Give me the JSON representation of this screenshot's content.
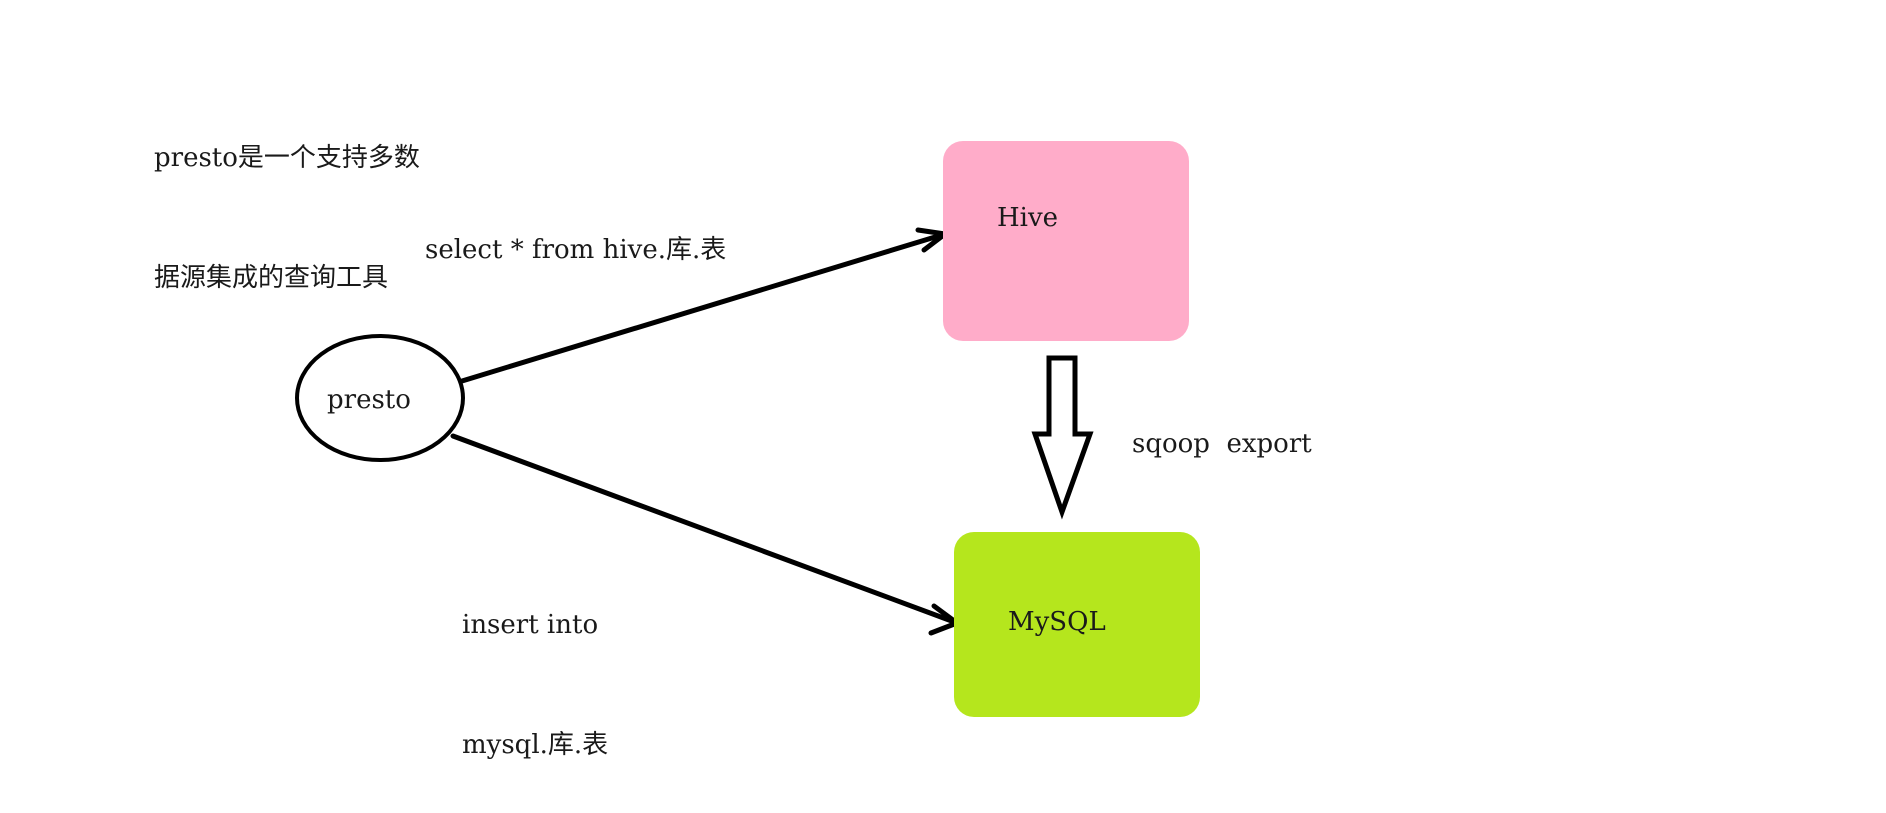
{
  "caption": {
    "line1": "presto是一个支持多数",
    "line2": "据源集成的查询工具"
  },
  "nodes": {
    "presto": {
      "label": "presto"
    },
    "hive": {
      "label": "Hive",
      "color": "#FFACC9"
    },
    "mysql": {
      "label": "MySQL",
      "color": "#B5E61D"
    }
  },
  "edges": {
    "to_hive": {
      "label": "select * from hive.库.表"
    },
    "to_mysql": {
      "line1": "insert into",
      "line2": "mysql.库.表"
    },
    "hive_to_mysql": {
      "label": "sqoop  export"
    }
  }
}
